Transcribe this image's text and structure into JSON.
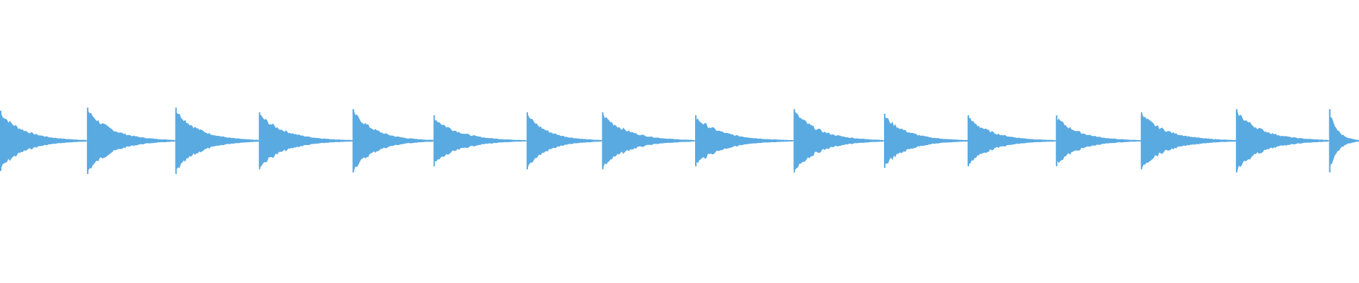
{
  "waveform": {
    "color": "#5aaae2",
    "background": "#ffffff",
    "notes": [
      {
        "start": 0.0,
        "end": 0.064,
        "peak": 0.9
      },
      {
        "start": 0.064,
        "end": 0.129,
        "peak": 1.0
      },
      {
        "start": 0.129,
        "end": 0.1905,
        "peak": 1.0
      },
      {
        "start": 0.1905,
        "end": 0.2595,
        "peak": 0.85
      },
      {
        "start": 0.2595,
        "end": 0.319,
        "peak": 0.95
      },
      {
        "start": 0.319,
        "end": 0.3875,
        "peak": 0.75
      },
      {
        "start": 0.3875,
        "end": 0.443,
        "peak": 0.85
      },
      {
        "start": 0.443,
        "end": 0.5115,
        "peak": 0.85
      },
      {
        "start": 0.5115,
        "end": 0.584,
        "peak": 0.75
      },
      {
        "start": 0.584,
        "end": 0.6505,
        "peak": 0.95
      },
      {
        "start": 0.6505,
        "end": 0.712,
        "peak": 0.8
      },
      {
        "start": 0.712,
        "end": 0.777,
        "peak": 0.75
      },
      {
        "start": 0.777,
        "end": 0.8395,
        "peak": 0.75
      },
      {
        "start": 0.8395,
        "end": 0.9095,
        "peak": 0.85
      },
      {
        "start": 0.9095,
        "end": 0.978,
        "peak": 0.95
      },
      {
        "start": 0.978,
        "end": 1.0,
        "peak": 0.95
      }
    ]
  }
}
